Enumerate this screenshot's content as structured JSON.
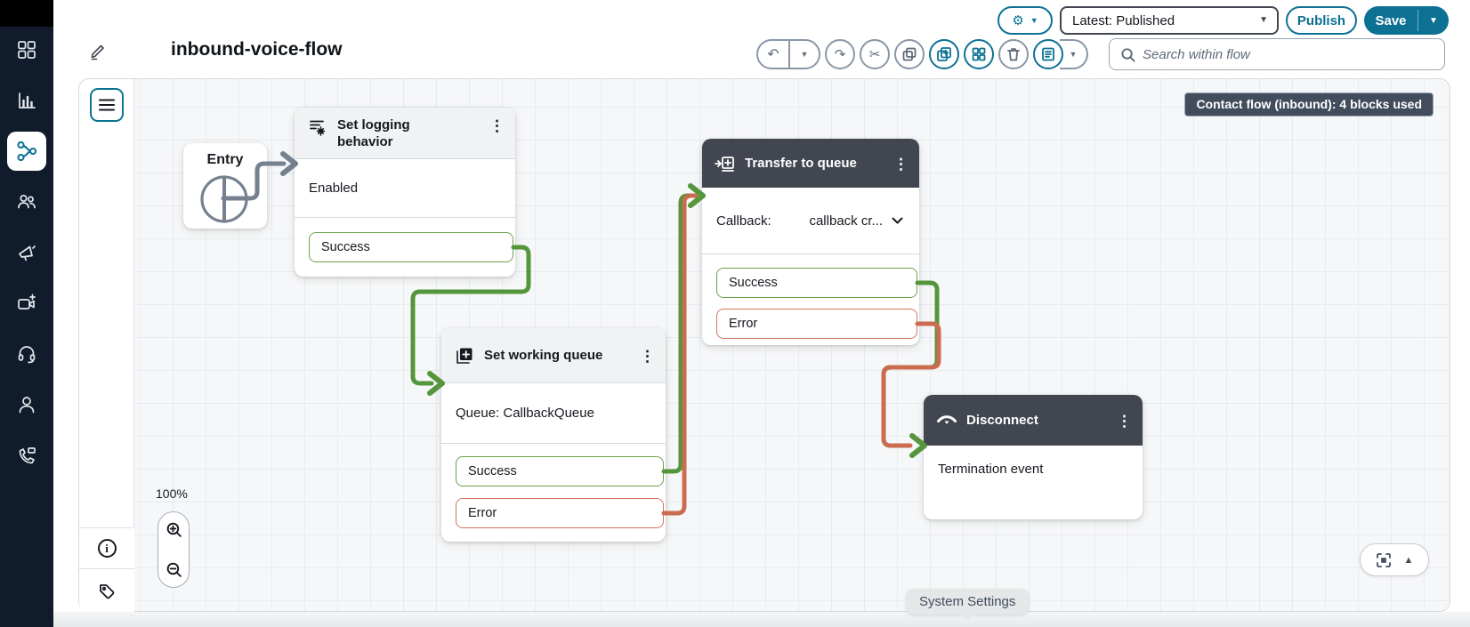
{
  "app": {
    "title": "inbound-voice-flow"
  },
  "topbar": {
    "version_selector": "Latest: Published",
    "publish_label": "Publish",
    "save_label": "Save",
    "search_placeholder": "Search within flow"
  },
  "canvas": {
    "zoom_level": "100%",
    "blocks_badge": "Contact flow (inbound): 4 blocks used",
    "tooltip": "System Settings"
  },
  "blocks": {
    "entry": {
      "title": "Entry"
    },
    "set_logging": {
      "title": "Set logging behavior",
      "value": "Enabled",
      "success": "Success"
    },
    "set_working_queue": {
      "title": "Set working queue",
      "value": "Queue: CallbackQueue",
      "success": "Success",
      "error": "Error"
    },
    "transfer_to_queue": {
      "title": "Transfer to queue",
      "field_label": "Callback:",
      "field_value": "callback cr...",
      "success": "Success",
      "error": "Error"
    },
    "disconnect": {
      "title": "Disconnect",
      "value": "Termination event"
    }
  },
  "icons": {
    "gear": "⚙",
    "caret_down": "▼",
    "caret_up": "▲",
    "menu_dots": "⋮",
    "undo": "↶",
    "redo": "↷",
    "cut": "✂"
  },
  "colors": {
    "accent": "#0c7193",
    "success": "#55953b",
    "error": "#cb6c51",
    "header_dark": "#414650",
    "connector_gray": "#76818f",
    "sidebar_bg": "#101b2c"
  }
}
